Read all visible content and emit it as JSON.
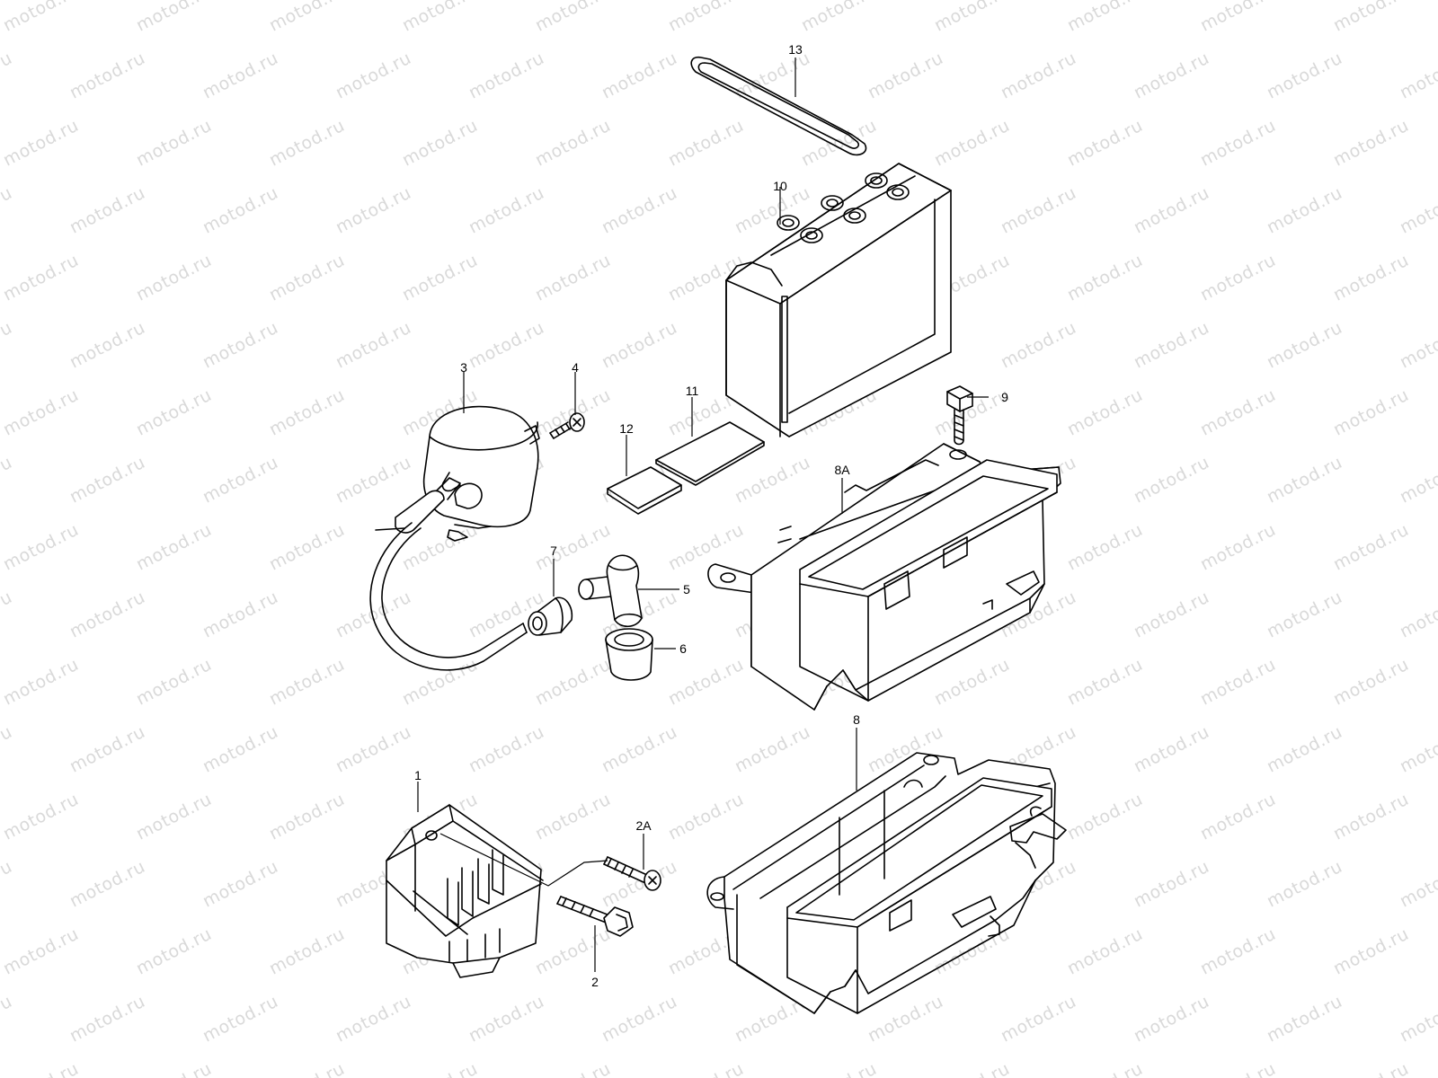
{
  "watermark": {
    "text": "motod.ru",
    "color": "#d9d9d9"
  },
  "diagram": {
    "line_color": "#000000",
    "background": "#ffffff",
    "callouts": {
      "c1": "1",
      "c2": "2",
      "c2a": "2A",
      "c3": "3",
      "c4": "4",
      "c5": "5",
      "c6": "6",
      "c7": "7",
      "c8": "8",
      "c8a": "8A",
      "c9": "9",
      "c10": "10",
      "c11": "11",
      "c12": "12",
      "c13": "13"
    }
  }
}
